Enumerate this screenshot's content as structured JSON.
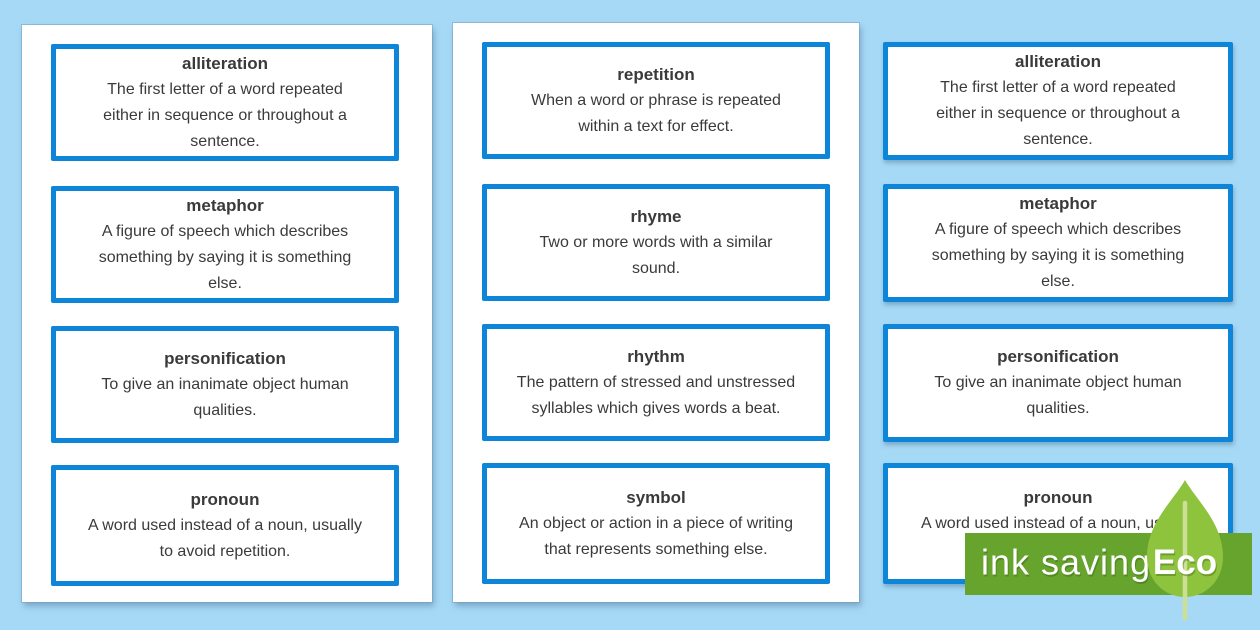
{
  "background_color": "#a6d9f6",
  "card_border_color": "#0d85d8",
  "text_color": "#3a3a3a",
  "pages": [
    {
      "name": "page-1",
      "cards": [
        {
          "term": "alliteration",
          "definition": "The first letter of a word repeated\neither in sequence or throughout a\nsentence."
        },
        {
          "term": "metaphor",
          "definition": "A figure of speech which describes\nsomething by saying it is something\nelse."
        },
        {
          "term": "personification",
          "definition": "To give an inanimate object human\nqualities."
        },
        {
          "term": "pronoun",
          "definition": "A word used instead of a noun, usually\nto avoid repetition."
        }
      ]
    },
    {
      "name": "page-2",
      "cards": [
        {
          "term": "repetition",
          "definition": "When a word or phrase is repeated\nwithin a text for effect."
        },
        {
          "term": "rhyme",
          "definition": "Two or more words with a similar\nsound."
        },
        {
          "term": "rhythm",
          "definition": "The pattern of stressed and unstressed\nsyllables which gives words a beat."
        },
        {
          "term": "symbol",
          "definition": "An object or action in a piece of writing\nthat represents something else."
        }
      ]
    },
    {
      "name": "page-3",
      "cards": [
        {
          "term": "alliteration",
          "definition": "The first letter of a word repeated\neither in sequence or throughout a\nsentence."
        },
        {
          "term": "metaphor",
          "definition": "A figure of speech which describes\nsomething by saying it is something\nelse."
        },
        {
          "term": "personification",
          "definition": "To give an inanimate object human\nqualities."
        },
        {
          "term": "pronoun",
          "definition": "A word used instead of a noun, usually\nto avoid repetition."
        }
      ]
    }
  ],
  "eco_banner": {
    "label": "ink saving",
    "badge": "Eco",
    "banner_color": "#67a42e",
    "leaf_color": "#8ec33e",
    "leaf_vein_color": "#cbe096"
  }
}
